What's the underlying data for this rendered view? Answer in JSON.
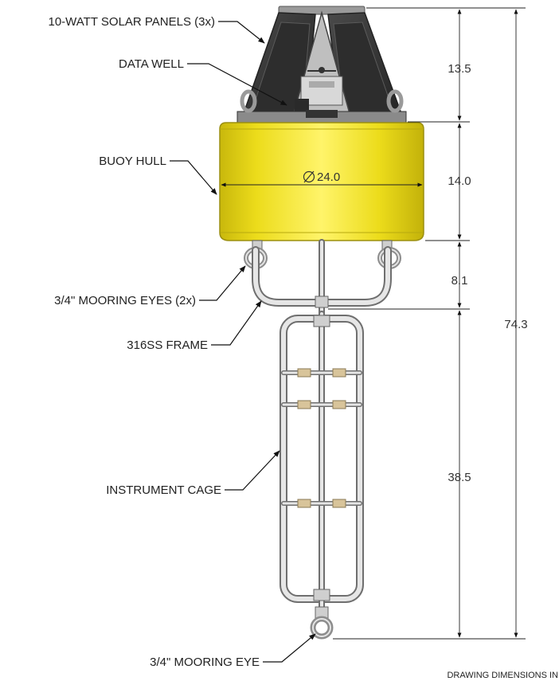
{
  "callouts": {
    "solar_panels": "10-WATT SOLAR PANELS (3x)",
    "data_well": "DATA WELL",
    "buoy_hull": "BUOY HULL",
    "mooring_eyes_top": "3/4\" MOORING EYES (2x)",
    "frame": "316SS FRAME",
    "instrument_cage": "INSTRUMENT CAGE",
    "mooring_eye_bottom": "3/4\" MOORING EYE"
  },
  "dimensions": {
    "diameter": "24.0",
    "panel_height": "13.5",
    "hull_height": "14.0",
    "frame_height": "8.1",
    "cage_height": "38.5",
    "overall_height": "74.3"
  },
  "footnote": "DRAWING DIMENSIONS IN",
  "colors": {
    "hull": "#f2e21c",
    "panel": "#3b3b3b",
    "frame": "#d9d9d9",
    "cage_band": "#d8c49a"
  }
}
